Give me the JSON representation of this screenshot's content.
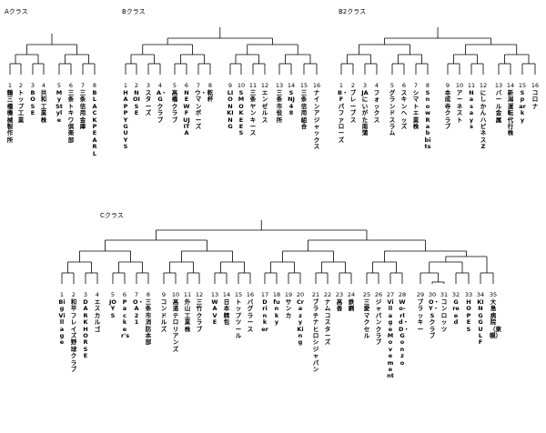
{
  "brackets": [
    {
      "label": "Aクラス",
      "teams": [
        {
          "seed": "1",
          "name": "鶴三橋機械製作所"
        },
        {
          "seed": "2",
          "name": "トップ工業"
        },
        {
          "seed": "3",
          "name": "BOSE"
        },
        {
          "seed": "4",
          "name": "共和工業株"
        },
        {
          "seed": "5",
          "name": "My Style"
        },
        {
          "seed": "6",
          "name": "三条トキワ倶楽部"
        },
        {
          "seed": "7",
          "name": "三条信用金庫"
        },
        {
          "seed": "8",
          "name": "BLACK PEARL"
        }
      ]
    },
    {
      "label": "Bクラス",
      "teams": [
        {
          "seed": "1",
          "name": "HAPPY GUYS"
        },
        {
          "seed": "2",
          "name": "NOISE"
        },
        {
          "seed": "3",
          "name": "スターズ"
        },
        {
          "seed": "4",
          "name": "A・Gクラブ"
        },
        {
          "seed": "5",
          "name": "高橋クラブ"
        },
        {
          "seed": "6",
          "name": "NEW FUJITA"
        },
        {
          "seed": "7",
          "name": "ウ・マンボーズ"
        },
        {
          "seed": "8",
          "name": "乾杯"
        },
        {
          "seed": "9",
          "name": "LION KING"
        },
        {
          "seed": "10",
          "name": "SMOKEES"
        },
        {
          "seed": "11",
          "name": "三条ヤンキース"
        },
        {
          "seed": "12",
          "name": "エンゼルス"
        },
        {
          "seed": "13",
          "name": "三条市役所"
        },
        {
          "seed": "14",
          "name": "SNJ48"
        },
        {
          "seed": "15",
          "name": "三条信用組合"
        },
        {
          "seed": "16",
          "name": "ナインアジャックス"
        }
      ]
    },
    {
      "label": "B2クラス",
      "teams": [
        {
          "seed": "1",
          "name": "B・Fパファローズ"
        },
        {
          "seed": "2",
          "name": "ブレーブス"
        },
        {
          "seed": "3",
          "name": "JAにいがた南蒲"
        },
        {
          "seed": "4",
          "name": "フォックス"
        },
        {
          "seed": "5",
          "name": "グランドスラム"
        },
        {
          "seed": "6",
          "name": "スキンヘッズ"
        },
        {
          "seed": "7",
          "name": "シマトエ業株"
        },
        {
          "seed": "8",
          "name": "Snow Rabbits"
        },
        {
          "seed": "9",
          "name": "本成寺クラブ"
        },
        {
          "seed": "10",
          "name": "アーネスト"
        },
        {
          "seed": "11",
          "name": "Nasays"
        },
        {
          "seed": "12",
          "name": "にしかんハピネスZ"
        },
        {
          "seed": "13",
          "name": "バール金属"
        },
        {
          "seed": "14",
          "name": "新潟運転代行株"
        },
        {
          "seed": "15",
          "name": "Sparky"
        },
        {
          "seed": "16",
          "name": "コロナ"
        }
      ]
    },
    {
      "label": "Cクラス",
      "teams": [
        {
          "seed": "1",
          "name": "Big Village"
        },
        {
          "seed": "2",
          "name": "和平フレイズ野球クラブ"
        },
        {
          "seed": "3",
          "name": "DARK HORSE"
        },
        {
          "seed": "4",
          "name": "エスカルゴ"
        },
        {
          "seed": "5",
          "name": "JOYS"
        },
        {
          "seed": "6",
          "name": "Packer's"
        },
        {
          "seed": "7",
          "name": "O・A21"
        },
        {
          "seed": "8",
          "name": "三条市消防本部"
        },
        {
          "seed": "9",
          "name": "コンドルズ"
        },
        {
          "seed": "10",
          "name": "高道テロリアンズ"
        },
        {
          "seed": "11",
          "name": "外山工業株"
        },
        {
          "seed": "12",
          "name": "三竹クラブ"
        },
        {
          "seed": "13",
          "name": "WAVE"
        },
        {
          "seed": "14",
          "name": "日本精包"
        },
        {
          "seed": "15",
          "name": "トップツール"
        },
        {
          "seed": "16",
          "name": "バグラース"
        },
        {
          "seed": "17",
          "name": "Drinker"
        },
        {
          "seed": "18",
          "name": "funky"
        },
        {
          "seed": "19",
          "name": "サンカ"
        },
        {
          "seed": "20",
          "name": "Crazy King"
        },
        {
          "seed": "21",
          "name": "ブラチナヒロシジャパン"
        },
        {
          "seed": "22",
          "name": "ナムコスターズ"
        },
        {
          "seed": "23",
          "name": "高善"
        },
        {
          "seed": "24",
          "name": "鉄鋼"
        },
        {
          "seed": "25",
          "name": "三愛マクセル"
        },
        {
          "seed": "26",
          "name": "ジャパンクラブ"
        },
        {
          "seed": "27",
          "name": "Village Movement"
        },
        {
          "seed": "28",
          "name": "Wo-rld・D・Gonzo"
        },
        {
          "seed": "29",
          "name": "ブラッキー"
        },
        {
          "seed": "30",
          "name": "O・Y・Sクラブ"
        },
        {
          "seed": "31",
          "name": "コンロッツ"
        },
        {
          "seed": "32",
          "name": "Greed"
        },
        {
          "seed": "33",
          "name": "HOPES"
        },
        {
          "seed": "34",
          "name": "KING GULF"
        },
        {
          "seed": "35",
          "name": "大島病院（東幌）"
        }
      ]
    }
  ]
}
